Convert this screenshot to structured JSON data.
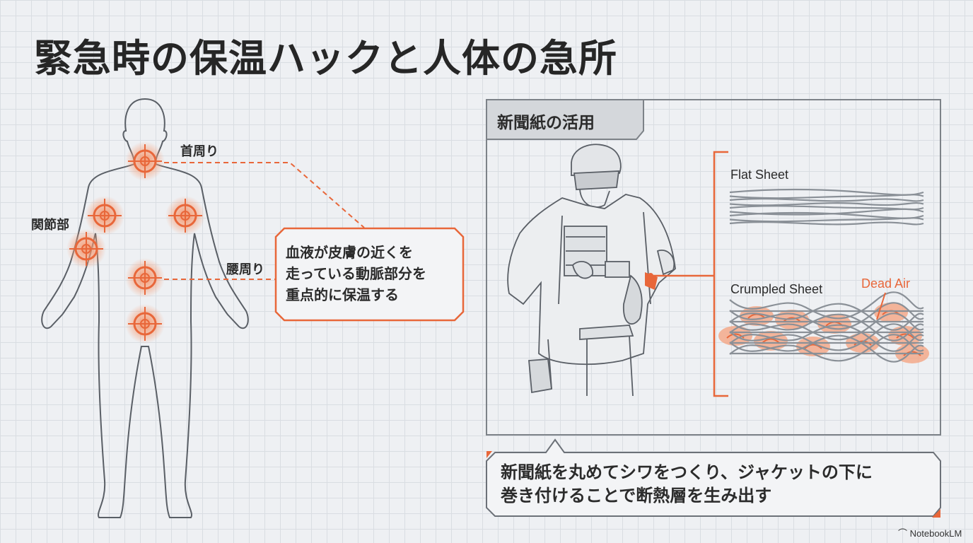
{
  "title": "緊急時の保温ハックと人体の急所",
  "body_diagram": {
    "labels": {
      "neck": "首周り",
      "joints": "関節部",
      "waist": "腰周り"
    },
    "callout_lines": [
      "血液が皮膚の近くを",
      "走っている動脈部分を",
      "重点的に保温する"
    ]
  },
  "newspaper_panel": {
    "tab_label": "新聞紙の活用",
    "flat_sheet_label": "Flat Sheet",
    "crumpled_sheet_label": "Crumpled Sheet",
    "dead_air_label": "Dead Air",
    "bottom_lines": [
      "新聞紙を丸めてシワをつくり、ジャケットの下に",
      "巻き付けることで断熱層を生み出す"
    ]
  },
  "brand": "NotebookLM",
  "colors": {
    "accent": "#e8673a",
    "outline": "#5a5f66",
    "panel_border": "#7d8288",
    "tab_fill": "#d4d7db"
  }
}
